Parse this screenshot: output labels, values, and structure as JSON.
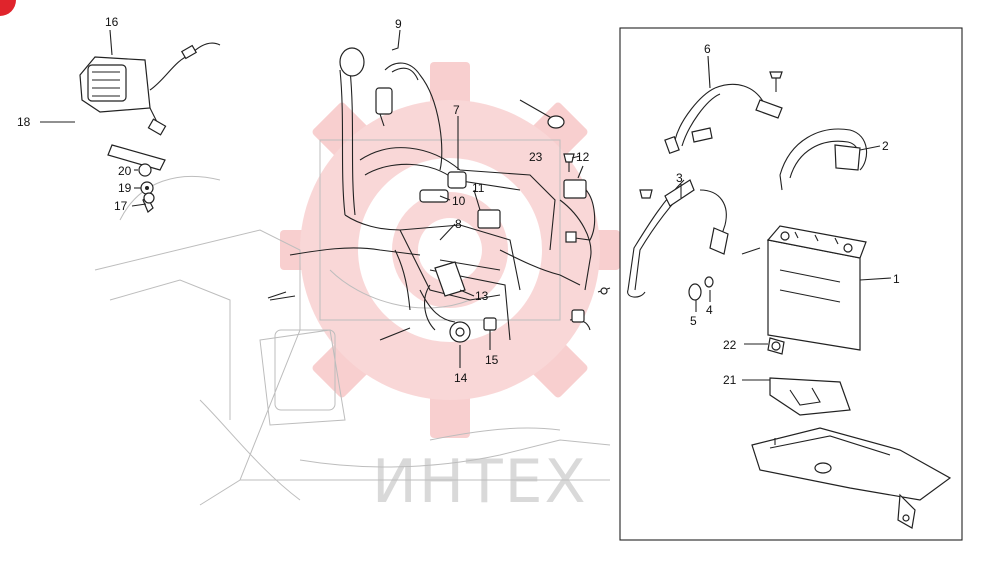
{
  "diagram": {
    "callouts": [
      {
        "id": "c16",
        "text": "16"
      },
      {
        "id": "c18",
        "text": "18"
      },
      {
        "id": "c20",
        "text": "20"
      },
      {
        "id": "c19",
        "text": "19"
      },
      {
        "id": "c17",
        "text": "17"
      },
      {
        "id": "c9",
        "text": "9"
      },
      {
        "id": "c7",
        "text": "7"
      },
      {
        "id": "c10",
        "text": "10"
      },
      {
        "id": "c11",
        "text": "11"
      },
      {
        "id": "c8",
        "text": "8"
      },
      {
        "id": "c13",
        "text": "13"
      },
      {
        "id": "c14",
        "text": "14"
      },
      {
        "id": "c15",
        "text": "15"
      },
      {
        "id": "c23",
        "text": "23"
      },
      {
        "id": "c12",
        "text": "12"
      },
      {
        "id": "c6",
        "text": "6"
      },
      {
        "id": "c2",
        "text": "2"
      },
      {
        "id": "c3",
        "text": "3"
      },
      {
        "id": "c1",
        "text": "1"
      },
      {
        "id": "c5",
        "text": "5"
      },
      {
        "id": "c4",
        "text": "4"
      },
      {
        "id": "c22",
        "text": "22"
      },
      {
        "id": "c21",
        "text": "21"
      }
    ],
    "watermark": {
      "text": "ИНТЕХ",
      "color": "#f2b5b5"
    },
    "corner_badge_color": "#e0242c"
  }
}
